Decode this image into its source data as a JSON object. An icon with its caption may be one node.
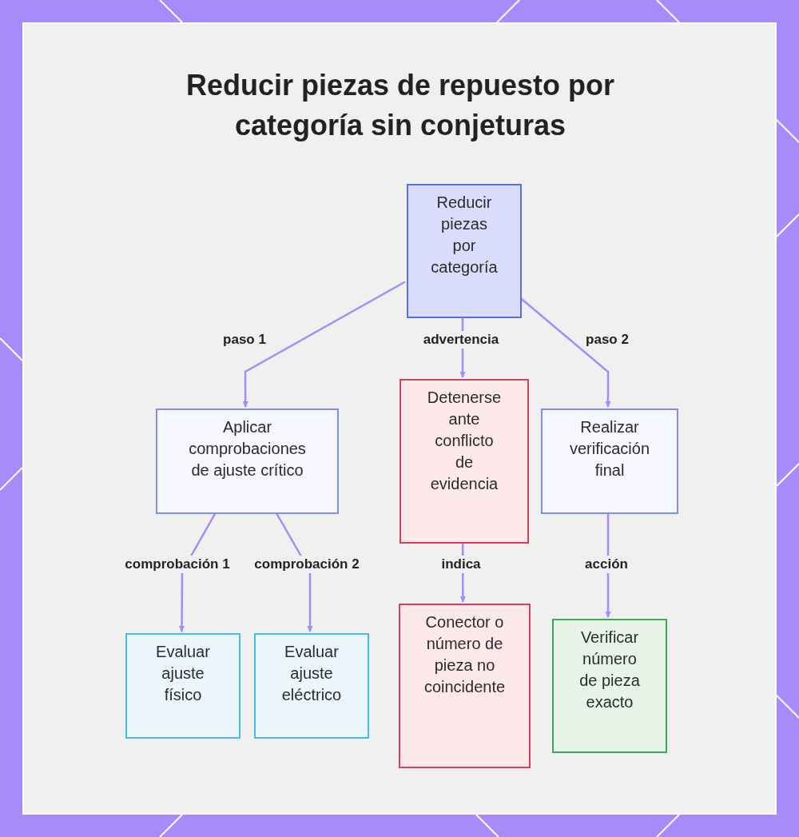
{
  "diagram": {
    "title": "Reducir piezas de repuesto por categoría sin conjeturas",
    "nodes": [
      {
        "text": [
          "Reducir piezas por categoría"
        ]
      },
      {
        "text": [
          "Aplicar comprobaciones de ajuste crítico"
        ]
      },
      {
        "text": [
          "Detenerse ante conflicto de evidencia"
        ]
      },
      {
        "text": [
          "Realizar verificación final"
        ]
      },
      {
        "text": [
          "Evaluar ajuste físico"
        ]
      },
      {
        "text": [
          "Evaluar ajuste eléctrico"
        ]
      },
      {
        "text": [
          "Conector o número de pieza no coincidente"
        ]
      },
      {
        "text": [
          "Verificar número de pieza exacto"
        ]
      }
    ],
    "edges": [
      {
        "from": 0,
        "to": 1,
        "arrow": "to",
        "label": "paso 1"
      },
      {
        "from": 0,
        "to": 2,
        "arrow": "to",
        "label": "advertencia"
      },
      {
        "from": 0,
        "to": 3,
        "arrow": "to",
        "label": "paso 2"
      },
      {
        "from": 1,
        "to": 4,
        "arrow": "to",
        "label": "comprobación 1"
      },
      {
        "from": 1,
        "to": 5,
        "arrow": "to",
        "label": "comprobación 2"
      },
      {
        "from": 2,
        "to": 6,
        "arrow": "to",
        "label": "indica"
      },
      {
        "from": 3,
        "to": 7,
        "arrow": "to",
        "label": "acción"
      }
    ]
  }
}
